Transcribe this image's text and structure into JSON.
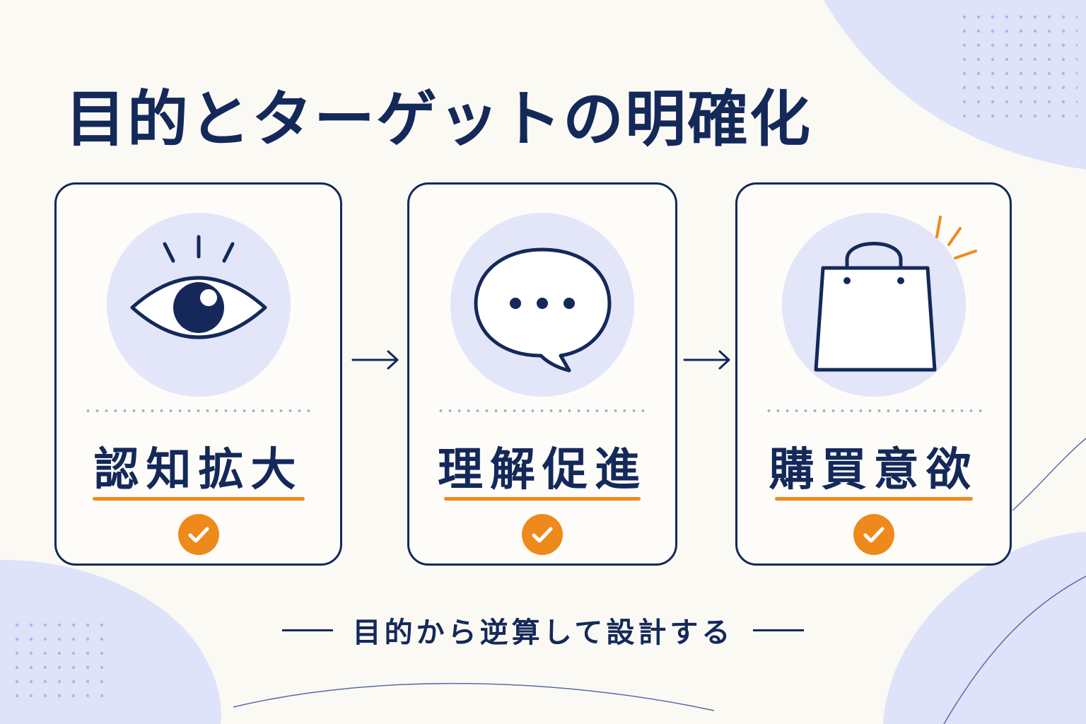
{
  "title": "目的とターゲットの明確化",
  "cards": [
    {
      "label": "認知拡大",
      "icon": "eye-icon"
    },
    {
      "label": "理解促進",
      "icon": "speech-bubble-icon"
    },
    {
      "label": "購買意欲",
      "icon": "shopping-bag-icon"
    }
  ],
  "footer": "目的から逆算して設計する",
  "colors": {
    "navy": "#14295a",
    "accent_orange": "#ee8a1c",
    "icon_circle": "#e2e6f8",
    "background": "#fbf9f4",
    "decor_blob": "#dfe3f9"
  }
}
